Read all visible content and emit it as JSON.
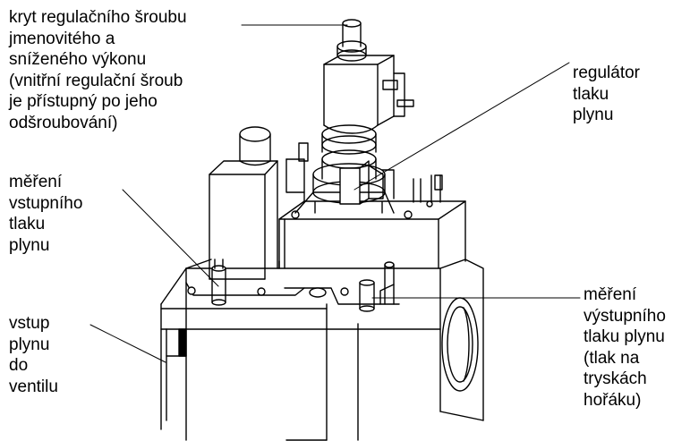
{
  "labels": {
    "cover": [
      "kryt regulačního šroubu",
      "jmenovitého a",
      "sníženého výkonu",
      "(vnitřní regulační šroub",
      "je přístupný po jeho",
      "odšroubování)"
    ],
    "regulator": [
      "regulátor",
      "tlaku",
      "plynu"
    ],
    "inlet_measure": [
      "měření",
      "vstupního",
      "tlaku",
      "plynu"
    ],
    "inlet": [
      "vstup",
      "plynu",
      "do",
      "ventilu"
    ],
    "outlet_measure": [
      "měření",
      "výstupního",
      "tlaku plynu",
      "(tlak na",
      "tryskách",
      "hořáku)"
    ]
  },
  "colors": {
    "line": "#000000",
    "background": "#ffffff"
  }
}
